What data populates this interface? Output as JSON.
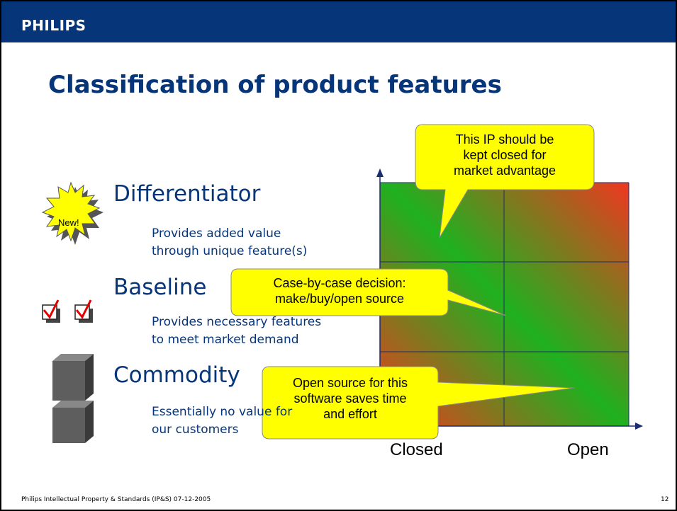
{
  "header": {
    "logo": "PHILIPS"
  },
  "slide": {
    "title": "Classification of product features"
  },
  "features": [
    {
      "name": "Differentiator",
      "desc_line1": "Provides added value",
      "desc_line2": "through unique feature(s)",
      "badge": "New!",
      "icon": "new-starburst-icon"
    },
    {
      "name": "Baseline",
      "desc_line1": "Provides necessary features",
      "desc_line2": "to meet market demand",
      "icon": "checkbox-icon"
    },
    {
      "name": "Commodity",
      "desc_line1": "Essentially no value for",
      "desc_line2": "our customers",
      "icon": "cube-icon"
    }
  ],
  "matrix": {
    "x_axis_left": "Closed",
    "x_axis_right": "Open",
    "colors": {
      "red": "#f0371f",
      "green": "#1fb11f",
      "grid": "#1b2d6e"
    }
  },
  "callouts": [
    {
      "text_line1": "This IP should be",
      "text_line2": "kept closed for",
      "text_line3": "market advantage"
    },
    {
      "text_line1": "Case-by-case decision:",
      "text_line2": "make/buy/open source"
    },
    {
      "text_line1": "Open source for this",
      "text_line2": "software saves time",
      "text_line3": "and effort"
    }
  ],
  "callout_color": "#ffff00",
  "footer": {
    "text": "Philips Intellectual Property & Standards (IP&S)  07-12-2005",
    "page": "12"
  }
}
